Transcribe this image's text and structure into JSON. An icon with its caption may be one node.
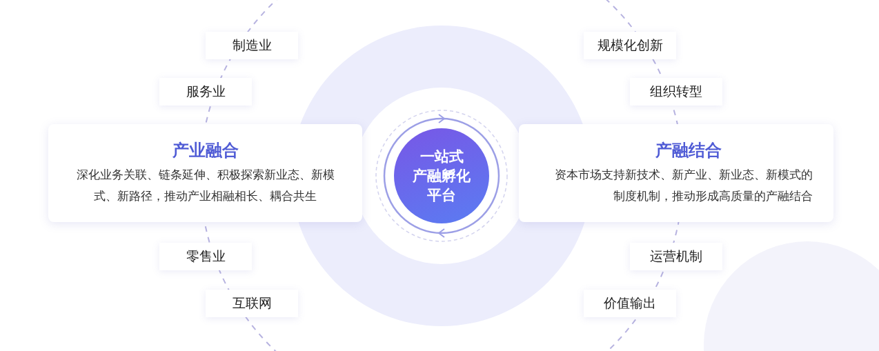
{
  "diagram": {
    "nodes": [
      {
        "text": [
          "制造业"
        ]
      },
      {
        "text": [
          "规模化创新"
        ]
      },
      {
        "text": [
          "服务业"
        ]
      },
      {
        "text": [
          "组织转型"
        ]
      },
      {
        "text": [
          "产业融合",
          "深化业务关联、链条延伸、积极探索新业态、新模式、新路径，推动产业相融相长、耦合共生"
        ]
      },
      {
        "text": [
          "一站式产融孵化平台"
        ]
      },
      {
        "text": [
          "产融结合",
          "资本市场支持新技术、新产业、新业态、新模式的制度机制，推动形成高质量的产融结合"
        ]
      },
      {
        "text": [
          "零售业"
        ]
      },
      {
        "text": [
          "运营机制"
        ]
      },
      {
        "text": [
          "互联网"
        ]
      },
      {
        "text": [
          "价值输出"
        ]
      }
    ]
  }
}
